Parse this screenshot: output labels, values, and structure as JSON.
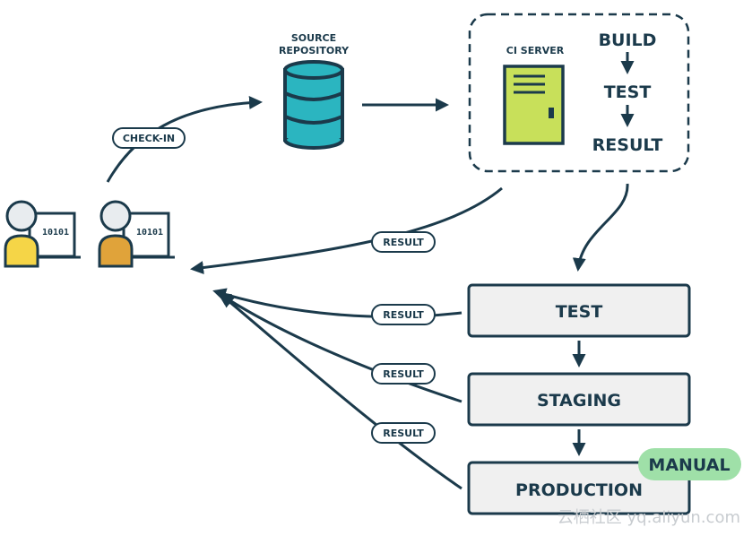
{
  "source_repo": {
    "line1": "SOURCE",
    "line2": "REPOSITORY"
  },
  "ci_server": {
    "label": "CI SERVER",
    "flow": [
      "BUILD",
      "TEST",
      "RESULT"
    ]
  },
  "check_in_label": "CHECK-IN",
  "developers": [
    {
      "screen_text": "10101",
      "shirt_color": "#f5d547"
    },
    {
      "screen_text": "10101",
      "shirt_color": "#e0a33a"
    }
  ],
  "result_labels": [
    "RESULT",
    "RESULT",
    "RESULT",
    "RESULT"
  ],
  "stages": [
    "TEST",
    "STAGING",
    "PRODUCTION"
  ],
  "manual_badge": "MANUAL",
  "watermark": "云栖社区 yq.aliyun.com",
  "colors": {
    "ink": "#1b3a4b",
    "repo": "#2bb5c0",
    "server": "#c8e05a",
    "stage_bg": "#f0f0f0",
    "badge": "#9fe0a8"
  }
}
